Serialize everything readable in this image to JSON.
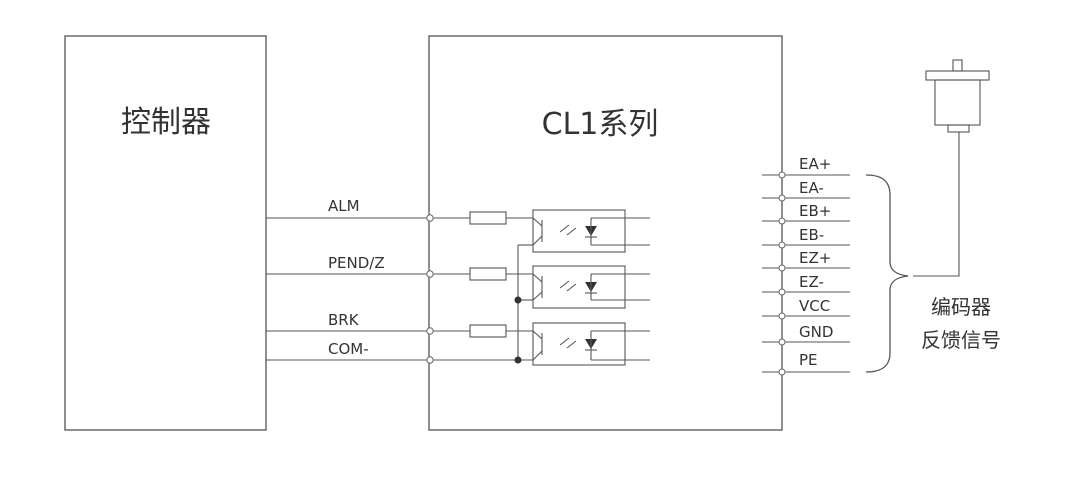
{
  "controller": {
    "title": "控制器"
  },
  "driver": {
    "title": "CL1系列"
  },
  "signals": [
    {
      "id": "alm",
      "label": "ALM"
    },
    {
      "id": "pend",
      "label": "PEND/Z"
    },
    {
      "id": "brk",
      "label": "BRK"
    },
    {
      "id": "com",
      "label": "COM-"
    }
  ],
  "encoder_pins": [
    "EA+",
    "EA-",
    "EB+",
    "EB-",
    "EZ+",
    "EZ-",
    "VCC",
    "GND",
    "PE"
  ],
  "encoder": {
    "line1": "编码器",
    "line2": "反馈信号"
  },
  "colors": {
    "line": "#555555",
    "text": "#333333",
    "background": "#ffffff"
  }
}
